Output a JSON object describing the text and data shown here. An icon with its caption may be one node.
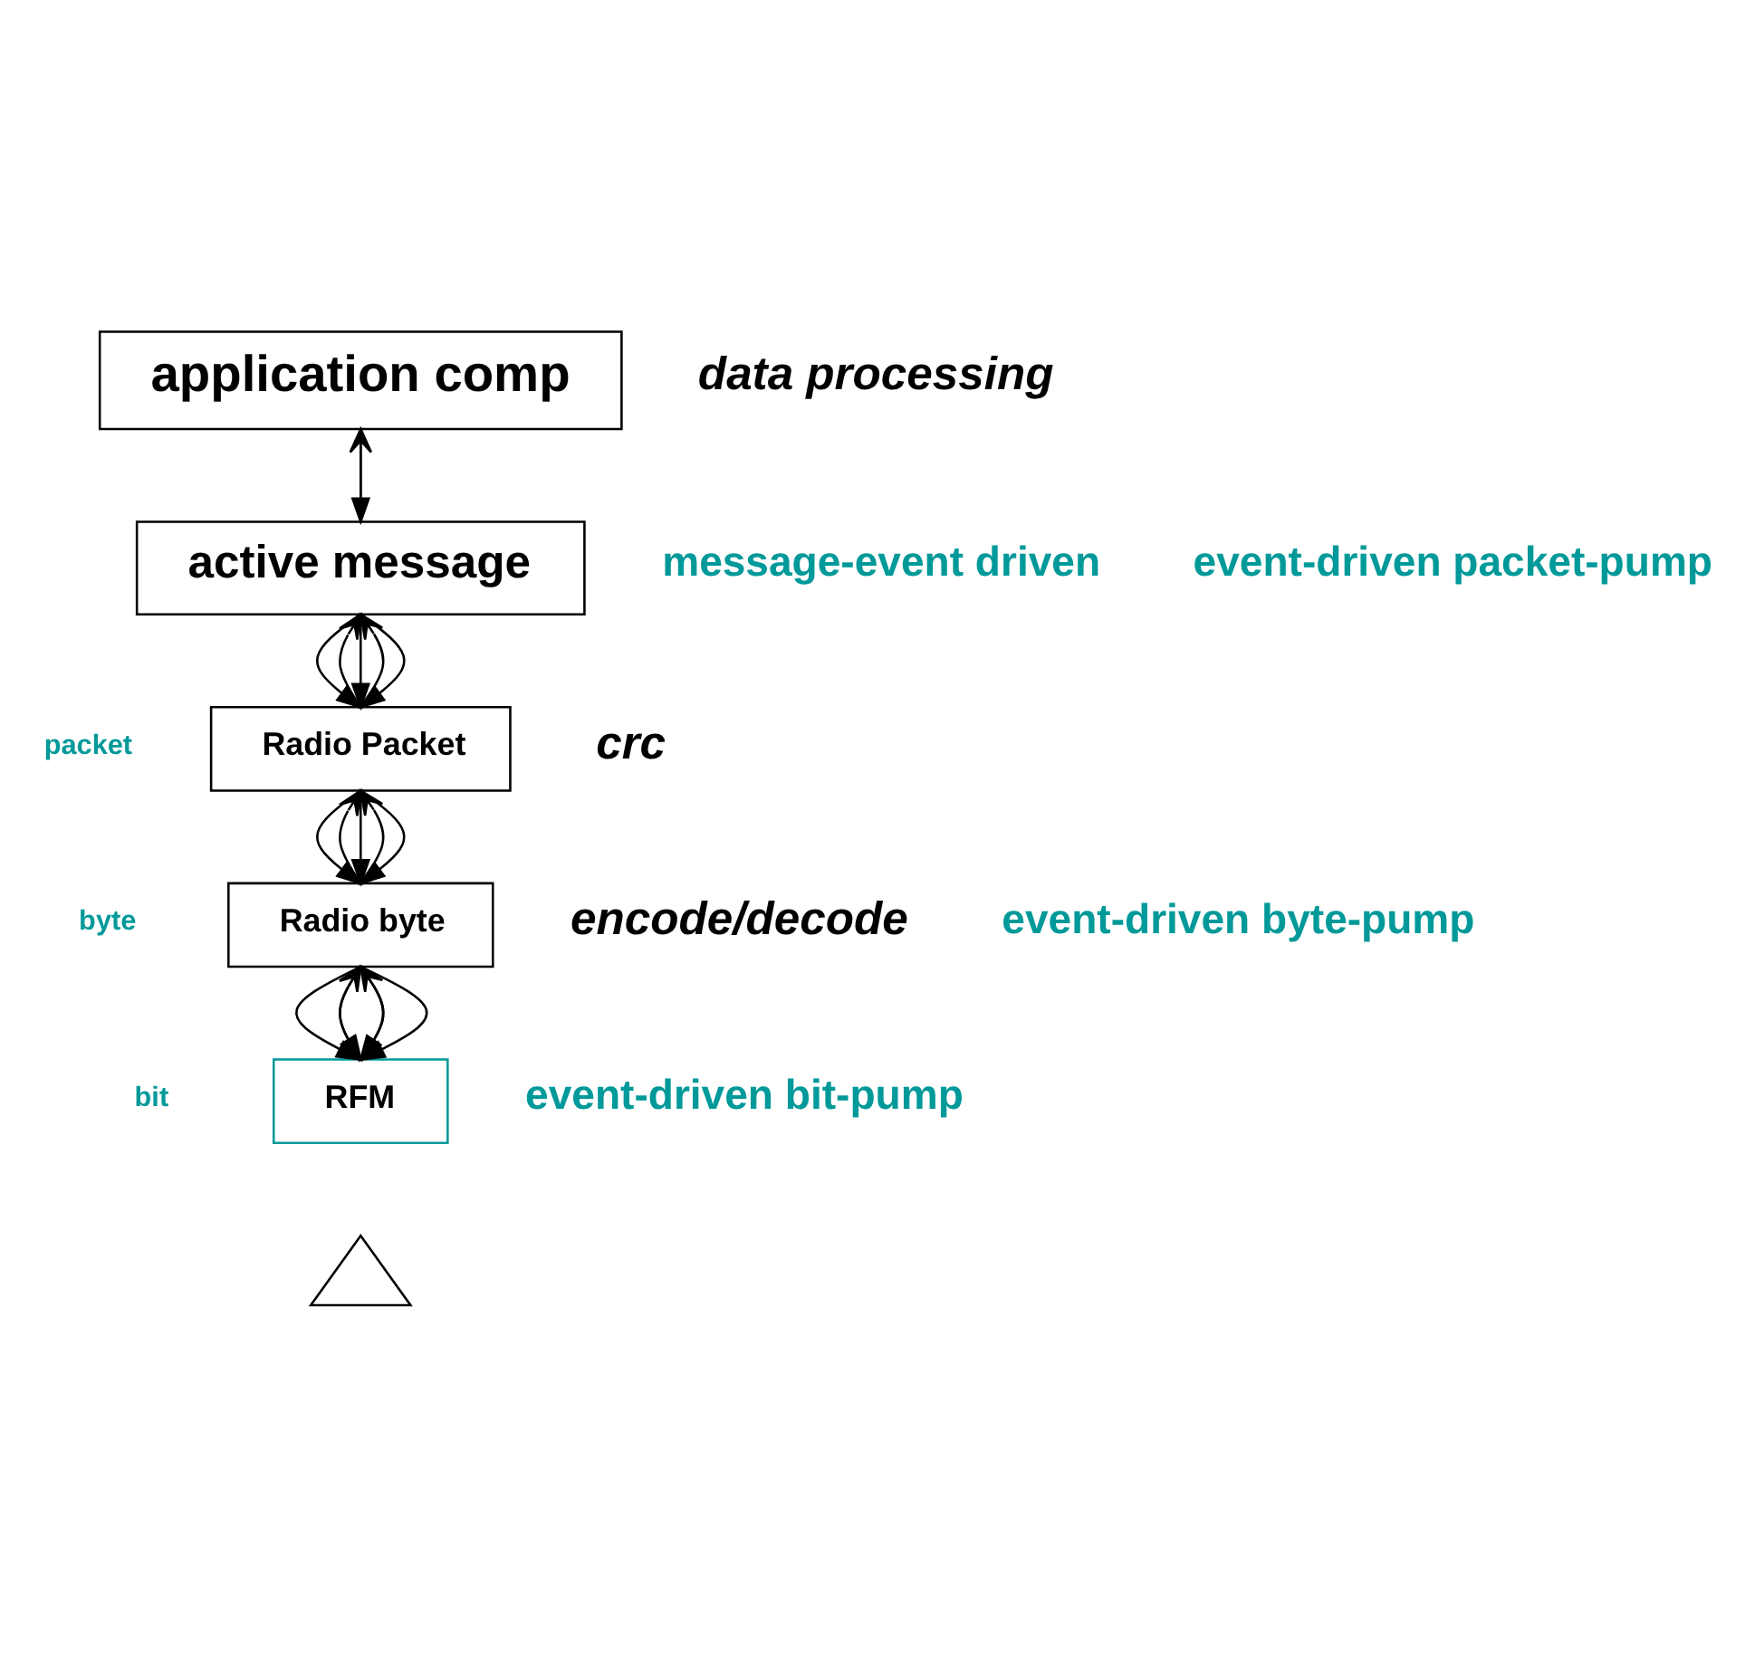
{
  "diagram": {
    "nodes": [
      {
        "text": [
          "application comp"
        ],
        "beside": [
          "data processing"
        ]
      },
      {
        "text": [
          "active message"
        ]
      },
      {
        "text": [
          "Radio Packet"
        ],
        "beside": [
          "crc"
        ]
      },
      {
        "text": [
          "Radio byte"
        ],
        "beside": [
          "encode/decode"
        ]
      },
      {
        "text": [
          "RFM"
        ]
      },
      {
        "text": [],
        "shape": "triangle"
      }
    ],
    "edges": [
      {
        "from": 0,
        "to": 1,
        "arrow": "to"
      },
      {
        "from": 1,
        "to": 0,
        "arrow": "to"
      },
      {
        "from": 1,
        "to": 2,
        "arrow": "to"
      },
      {
        "from": 1,
        "to": 2,
        "arrow": "to"
      },
      {
        "from": 1,
        "to": 2,
        "arrow": "to"
      },
      {
        "from": 2,
        "to": 1,
        "arrow": "to"
      },
      {
        "from": 2,
        "to": 1,
        "arrow": "to"
      },
      {
        "from": 2,
        "to": 3,
        "arrow": "to"
      },
      {
        "from": 2,
        "to": 3,
        "arrow": "to"
      },
      {
        "from": 2,
        "to": 3,
        "arrow": "to"
      },
      {
        "from": 3,
        "to": 2,
        "arrow": "to"
      },
      {
        "from": 3,
        "to": 2,
        "arrow": "to"
      },
      {
        "from": 3,
        "to": 4,
        "arrow": "to"
      },
      {
        "from": 3,
        "to": 4,
        "arrow": "to"
      },
      {
        "from": 3,
        "to": 4,
        "arrow": "to"
      },
      {
        "from": 3,
        "to": 4,
        "arrow": "to"
      },
      {
        "from": 4,
        "to": 3,
        "arrow": "to"
      },
      {
        "from": 4,
        "to": 3,
        "arrow": "to"
      }
    ],
    "labels": [
      "message-event driven",
      "event-driven packet-pump",
      "event-driven byte-pump",
      "event-driven bit-pump",
      "packet",
      "byte",
      "bit"
    ]
  }
}
